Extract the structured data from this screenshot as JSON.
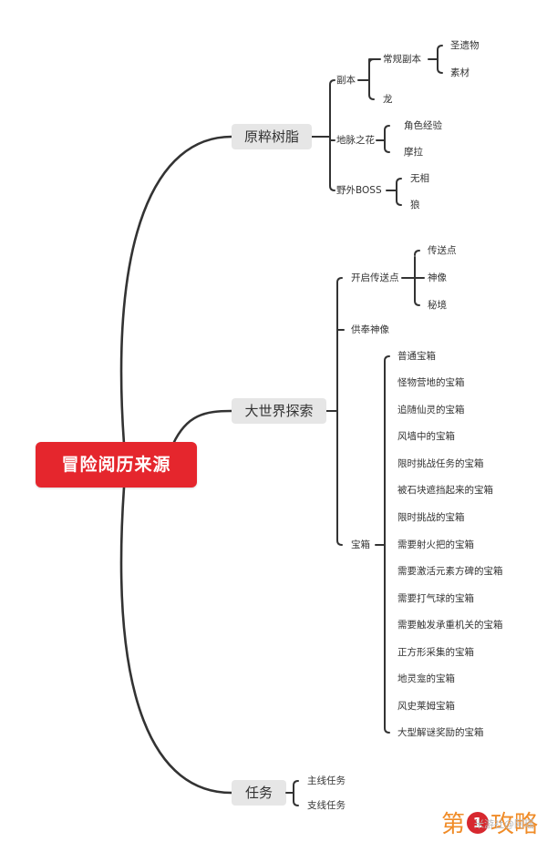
{
  "root": "冒险阅历来源",
  "branches": [
    {
      "label": "原粹树脂",
      "children": [
        {
          "label": "副本",
          "children": [
            {
              "label": "常规副本",
              "children": [
                "圣遗物",
                "素材"
              ]
            },
            {
              "label": "龙"
            }
          ]
        },
        {
          "label": "地脉之花",
          "children": [
            "角色经验",
            "摩拉"
          ]
        },
        {
          "label": "野外BOSS",
          "children": [
            "无相",
            "狼"
          ]
        }
      ]
    },
    {
      "label": "大世界探索",
      "children": [
        {
          "label": "开启传送点",
          "children": [
            "传送点",
            "神像",
            "秘境"
          ]
        },
        {
          "label": "供奉神像"
        },
        {
          "label": "宝箱",
          "children": [
            "普通宝箱",
            "怪物营地的宝箱",
            "追随仙灵的宝箱",
            "风墙中的宝箱",
            "限时挑战任务的宝箱",
            "被石块遮挡起来的宝箱",
            "限时挑战的宝箱",
            "需要射火把的宝箱",
            "需要激活元素方碑的宝箱",
            "需要打气球的宝箱",
            "需要触发承重机关的宝箱",
            "正方形采集的宝箱",
            "地灵龛的宝箱",
            "风史莱姆宝箱",
            "大型解谜奖励的宝箱"
          ]
        }
      ]
    },
    {
      "label": "任务",
      "children": [
        {
          "label": "主线任务"
        },
        {
          "label": "支线任务"
        }
      ]
    }
  ],
  "watermark": {
    "main_left": "第",
    "main_circle": "1",
    "main_right": "攻略",
    "sub": "米游社@阿瑶"
  },
  "colors": {
    "root_bg": "#e5262d",
    "branch_bg": "#e6e6e6",
    "line": "#333333",
    "watermark_orange": "#f08c28",
    "watermark_red": "#d7282f"
  }
}
